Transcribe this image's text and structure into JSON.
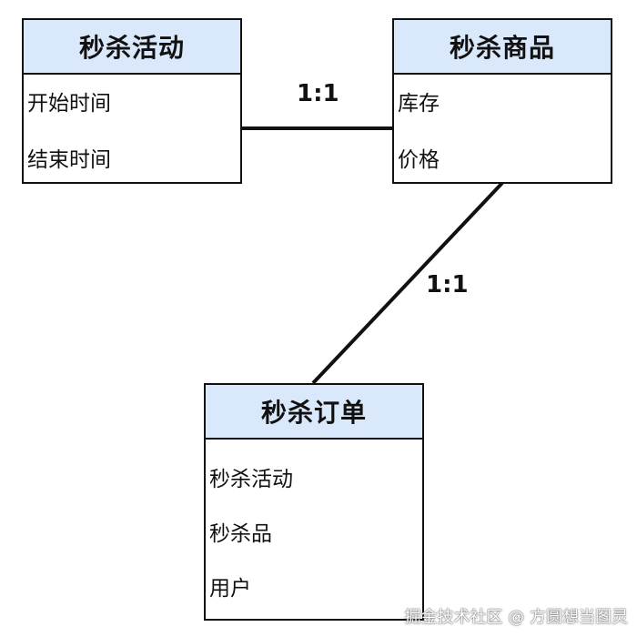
{
  "entities": {
    "activity": {
      "title": "秒杀活动",
      "attributes": [
        "开始时间",
        "结束时间"
      ]
    },
    "product": {
      "title": "秒杀商品",
      "attributes": [
        "库存",
        "价格"
      ]
    },
    "order": {
      "title": "秒杀订单",
      "attributes": [
        "秒杀活动",
        "秒杀品",
        "用户"
      ]
    }
  },
  "relations": {
    "activity_product": "1:1",
    "product_order": "1:1"
  },
  "watermark": "掘金技术社区 @ 方圆想当图灵",
  "colors": {
    "header_fill": "#dae8fc",
    "border": "#111111"
  }
}
